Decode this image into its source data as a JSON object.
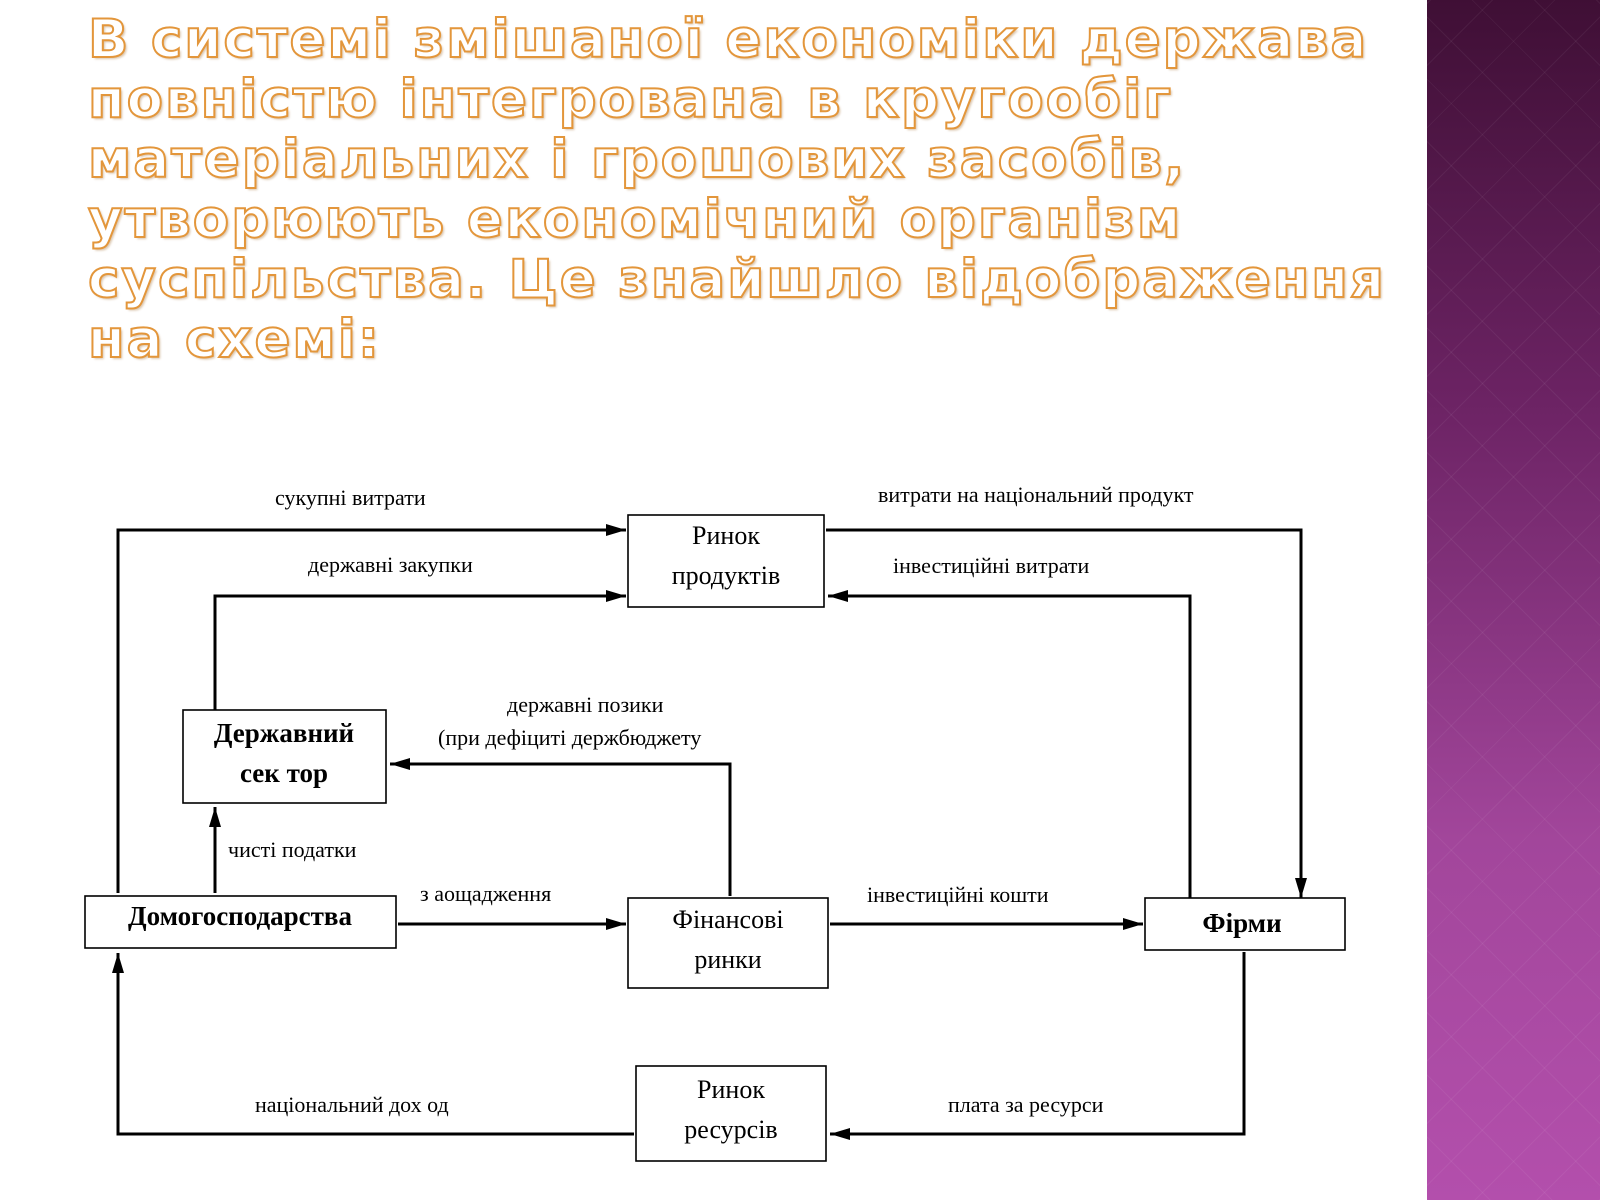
{
  "title": {
    "lines": [
      "В системі змішаної економіки держава",
      "повністю інтегрована в кругообіг",
      "матеріальних і грошових засобів,",
      "утворюють економічний організм",
      "суспільства. Це знайшло відображення",
      "на схемі:"
    ]
  },
  "diagram": {
    "nodes": {
      "product_market": [
        "Ринок",
        "продуктів"
      ],
      "government": [
        "Державний",
        "сек тор"
      ],
      "households": "Домогосподарства",
      "financial_markets": [
        "Фінансові",
        "ринки"
      ],
      "firms": "Фірми",
      "resource_market": [
        "Ринок",
        "ресурсів"
      ]
    },
    "flows": {
      "aggregate_spending": "сукупні витрати",
      "government_purchases": "державні закупки",
      "national_product_spending": "витрати на національний продукт",
      "investment_spending": "інвестиційні витрати",
      "government_borrowing": [
        "державні позики",
        "(при дефіциті держбюджету"
      ],
      "net_taxes": "чисті податки",
      "savings": "з аощадження",
      "investment_funds": "інвестиційні кошти",
      "national_income": "національний дох од",
      "resource_payment": "плата за ресурси"
    }
  },
  "colors": {
    "title_stroke": "#e3963b",
    "side_panel": "#8a3580"
  }
}
